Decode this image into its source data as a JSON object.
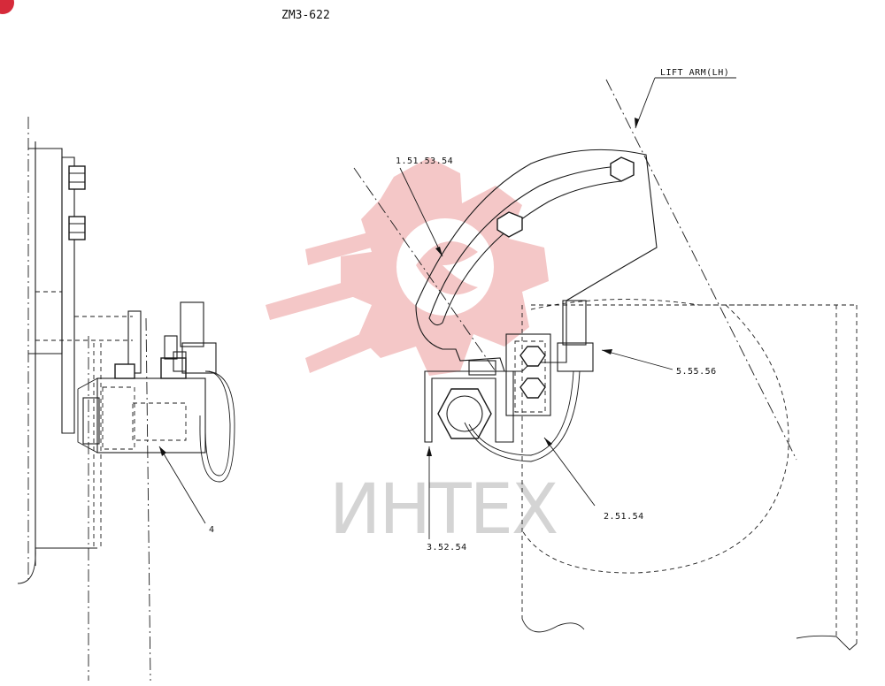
{
  "drawing_title": "ZM3-622",
  "labels": {
    "lift_arm": "LIFT ARM(LH)",
    "p_1": "1.51.53.54",
    "p_5": "5.55.56",
    "p_2": "2.51.54",
    "p_3": "3.52.54",
    "p_4": "4"
  },
  "watermark": {
    "text": "ИНТЕХ",
    "color": "#f4c7c7"
  },
  "badge": {
    "color": "#d62a3a"
  }
}
